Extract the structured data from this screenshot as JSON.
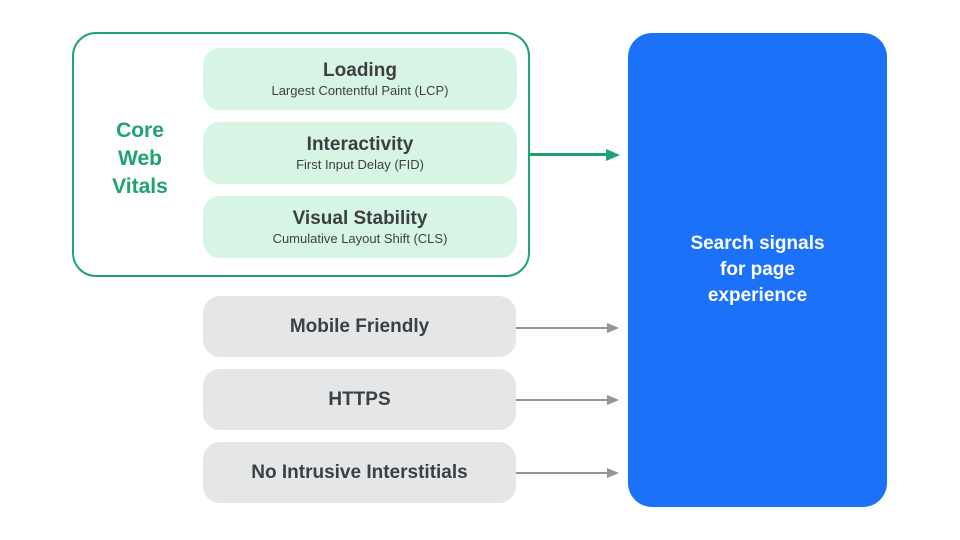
{
  "palette": {
    "accent_green": "#1EA36E",
    "mint_fill": "#D7F5E5",
    "accent_blue": "#1B72F8",
    "gray_fill": "#E5E6E7",
    "arrow_gray": "#8F959A",
    "text_dark": "#3C4043",
    "text_on_blue": "#FFFFFF",
    "background": "#FFFFFF"
  },
  "core_web_vitals": {
    "label": "Core Web Vitals",
    "items": [
      {
        "title": "Loading",
        "subtitle": "Largest Contentful Paint (LCP)"
      },
      {
        "title": "Interactivity",
        "subtitle": "First Input Delay (FID)"
      },
      {
        "title": "Visual Stability",
        "subtitle": "Cumulative Layout Shift (CLS)"
      }
    ]
  },
  "other_signals": [
    {
      "label": "Mobile Friendly"
    },
    {
      "label": "HTTPS"
    },
    {
      "label": "No Intrusive Interstitials"
    }
  ],
  "result_box": {
    "label": "Search signals for page experience"
  },
  "arrows": [
    {
      "name": "core-web-vitals-arrow",
      "color": "#1EA36E"
    },
    {
      "name": "mobile-friendly-arrow",
      "color": "#8F959A"
    },
    {
      "name": "https-arrow",
      "color": "#8F959A"
    },
    {
      "name": "no-intrusive-interstitials-arrow",
      "color": "#8F959A"
    }
  ]
}
